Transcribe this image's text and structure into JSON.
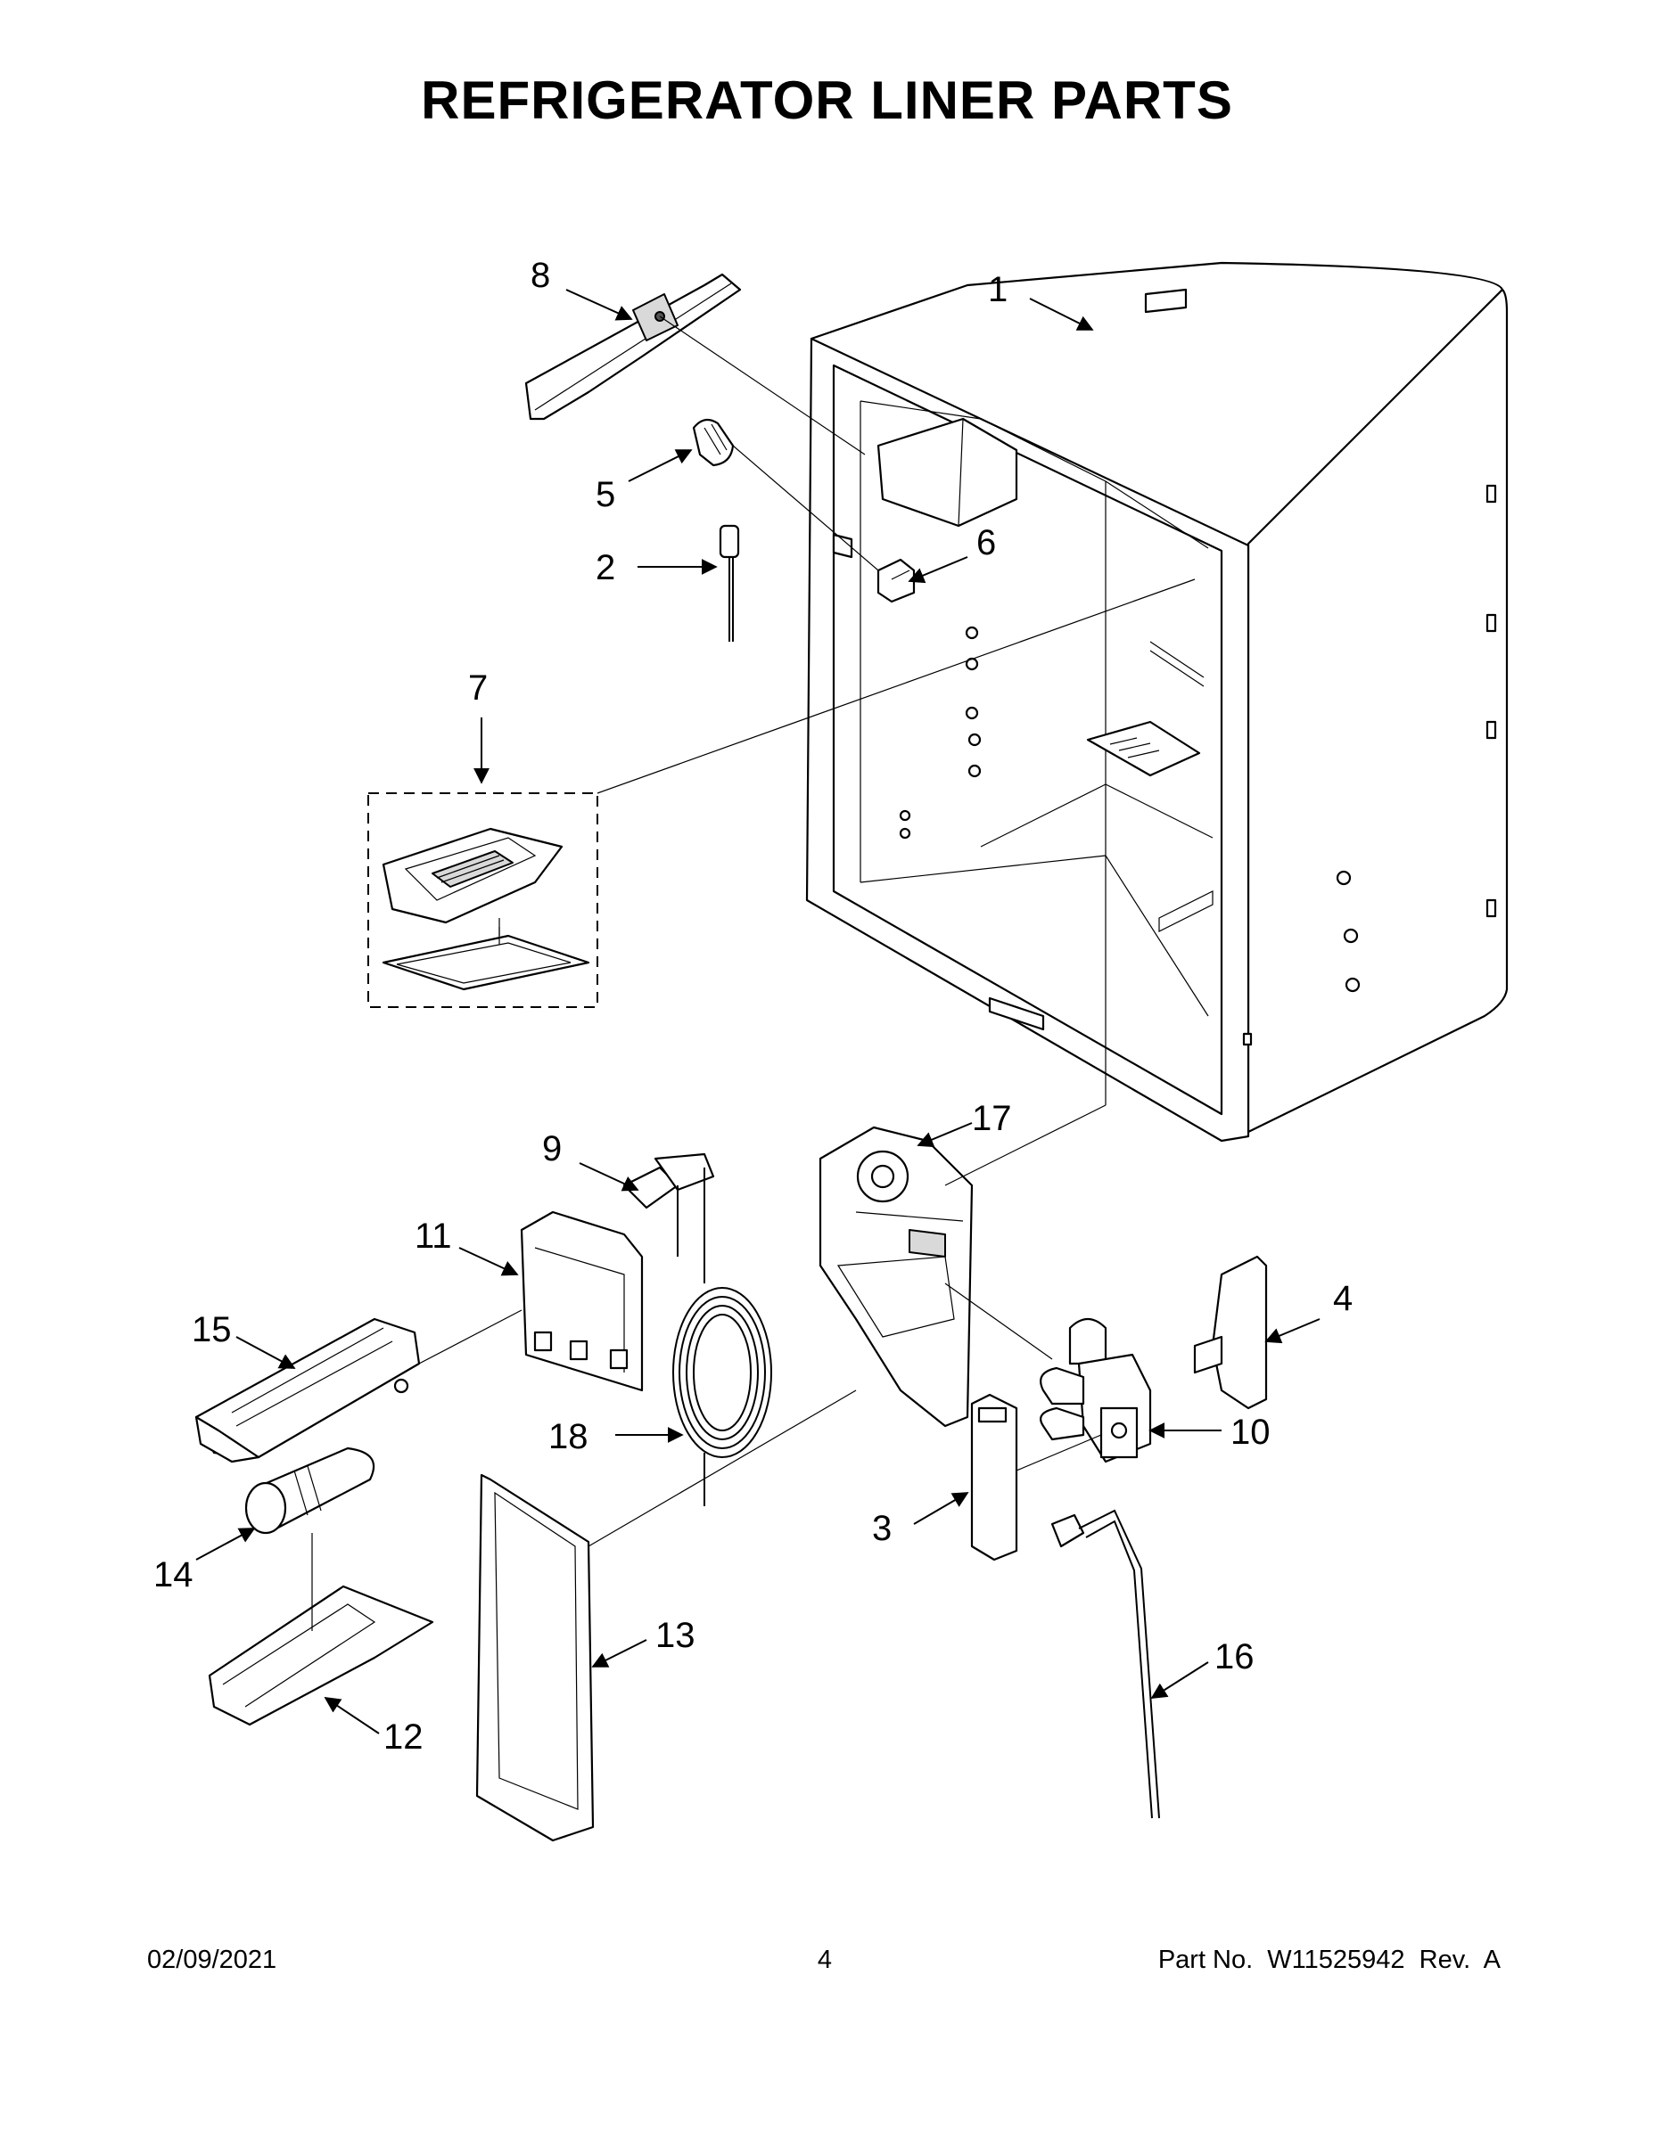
{
  "title": "REFRIGERATOR LINER PARTS",
  "footer": {
    "date": "02/09/2021",
    "page": "4",
    "part_number": "Part No.  W11525942  Rev.  A"
  },
  "callouts": [
    {
      "id": "1",
      "label": "1"
    },
    {
      "id": "2",
      "label": "2"
    },
    {
      "id": "3",
      "label": "3"
    },
    {
      "id": "4",
      "label": "4"
    },
    {
      "id": "5",
      "label": "5"
    },
    {
      "id": "6",
      "label": "6"
    },
    {
      "id": "7",
      "label": "7"
    },
    {
      "id": "8",
      "label": "8"
    },
    {
      "id": "9",
      "label": "9"
    },
    {
      "id": "10",
      "label": "10"
    },
    {
      "id": "11",
      "label": "11"
    },
    {
      "id": "12",
      "label": "12"
    },
    {
      "id": "13",
      "label": "13"
    },
    {
      "id": "14",
      "label": "14"
    },
    {
      "id": "15",
      "label": "15"
    },
    {
      "id": "16",
      "label": "16"
    },
    {
      "id": "17",
      "label": "17"
    },
    {
      "id": "18",
      "label": "18"
    }
  ]
}
